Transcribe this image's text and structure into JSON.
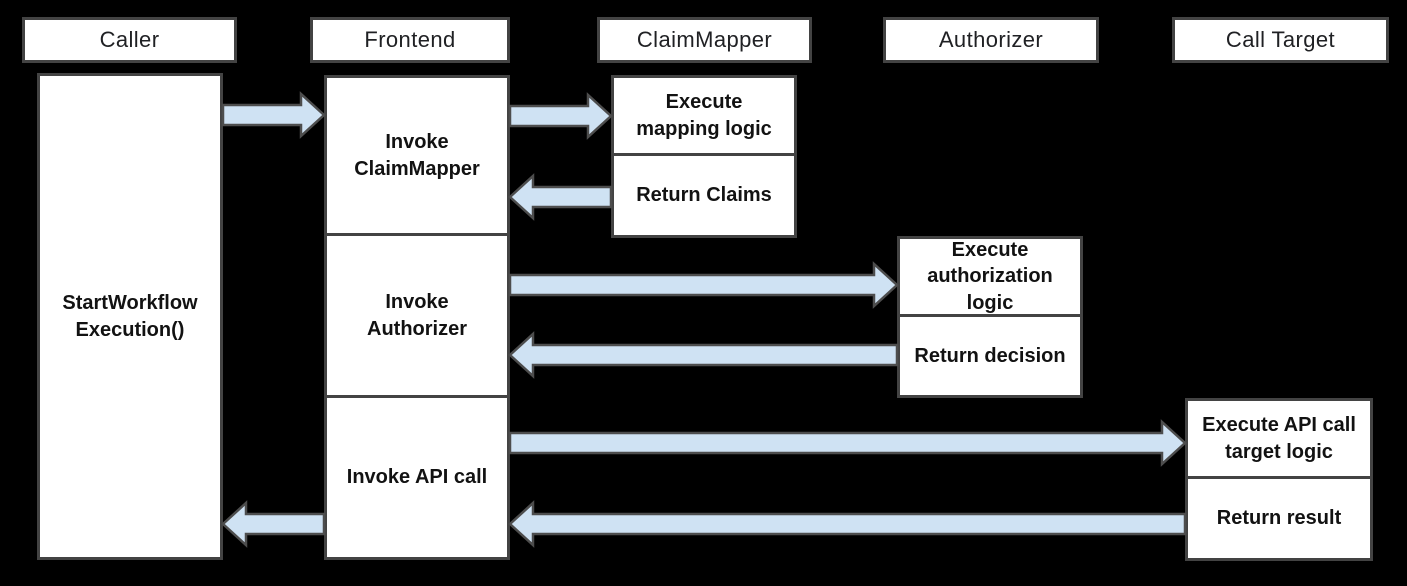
{
  "diagram_type": "sequence-diagram",
  "actors": {
    "caller": "Caller",
    "frontend": "Frontend",
    "claim_mapper": "ClaimMapper",
    "authorizer": "Authorizer",
    "call_target": "Call Target"
  },
  "tasks": {
    "start_workflow": [
      "StartWorkflow",
      "Execution()"
    ],
    "invoke_claim_mapper": [
      "Invoke",
      "ClaimMapper"
    ],
    "invoke_authorizer": [
      "Invoke",
      "Authorizer"
    ],
    "invoke_api_call": "Invoke API call",
    "execute_mapping_logic": [
      "Execute",
      "mapping logic"
    ],
    "return_claims": "Return Claims",
    "execute_authorization_logic": [
      "Execute",
      "authorization",
      "logic"
    ],
    "return_decision": "Return decision",
    "execute_api_call_target_logic": [
      "Execute API call",
      "target logic"
    ],
    "return_result": "Return result"
  },
  "arrows": [
    {
      "name": "caller-to-frontend",
      "from": "Caller",
      "to": "Frontend",
      "direction": "right"
    },
    {
      "name": "frontend-to-claimmapper",
      "from": "Frontend",
      "to": "ClaimMapper",
      "direction": "right"
    },
    {
      "name": "claimmapper-return-to-frontend",
      "from": "ClaimMapper",
      "to": "Frontend",
      "direction": "left"
    },
    {
      "name": "frontend-to-authorizer",
      "from": "Frontend",
      "to": "Authorizer",
      "direction": "right"
    },
    {
      "name": "authorizer-return-to-frontend",
      "from": "Authorizer",
      "to": "Frontend",
      "direction": "left"
    },
    {
      "name": "frontend-to-calltarget",
      "from": "Frontend",
      "to": "Call Target",
      "direction": "right"
    },
    {
      "name": "calltarget-return-to-frontend",
      "from": "Call Target",
      "to": "Frontend",
      "direction": "left"
    },
    {
      "name": "frontend-return-to-caller",
      "from": "Frontend",
      "to": "Caller",
      "direction": "left"
    }
  ],
  "colors": {
    "background": "#000000",
    "box_fill": "#ffffff",
    "box_border": "#434343",
    "arrow_fill": "#cfe2f3",
    "arrow_stroke": "#4d4d4d",
    "header_text": "#202124",
    "task_text": "#121212"
  }
}
